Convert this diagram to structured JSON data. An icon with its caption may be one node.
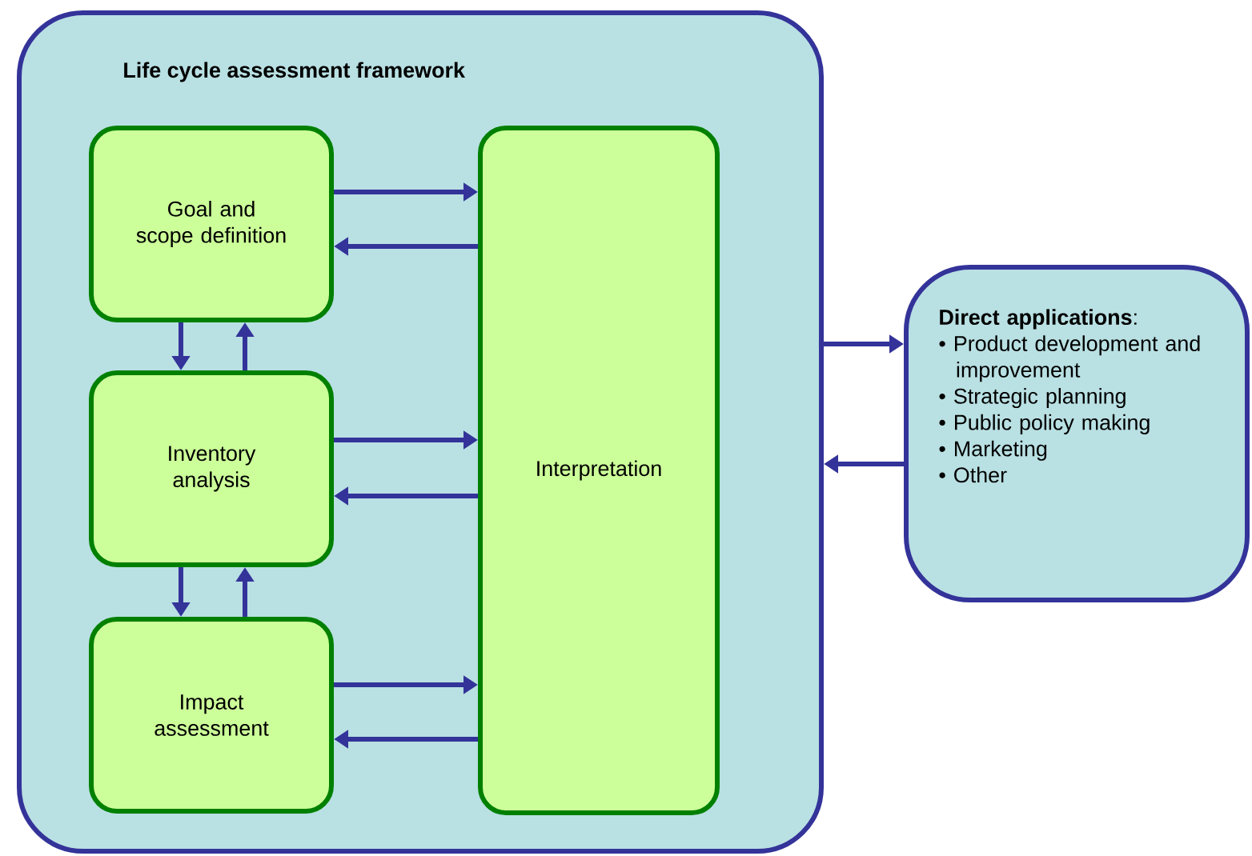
{
  "diagram": {
    "nodes": [
      {
        "text": [
          "Life cycle assessment framework"
        ]
      },
      {
        "text": [
          "Goal and scope definition"
        ],
        "in": 0
      },
      {
        "text": [
          "Inventory analysis"
        ],
        "in": 0
      },
      {
        "text": [
          "Impact assessment"
        ],
        "in": 0
      },
      {
        "text": [
          "Interpretation"
        ],
        "in": 0
      },
      {
        "text": [
          "**Direct applications**:",
          "• Product development and improvement",
          "• Strategic planning",
          "• Public policy making",
          "• Marketing",
          "• Other"
        ]
      }
    ],
    "edges": [
      {
        "from": 1,
        "to": 4,
        "arrow": "to"
      },
      {
        "from": 4,
        "to": 1,
        "arrow": "to"
      },
      {
        "from": 1,
        "to": 2,
        "arrow": "to"
      },
      {
        "from": 2,
        "to": 1,
        "arrow": "to"
      },
      {
        "from": 2,
        "to": 4,
        "arrow": "to"
      },
      {
        "from": 4,
        "to": 2,
        "arrow": "to"
      },
      {
        "from": 2,
        "to": 3,
        "arrow": "to"
      },
      {
        "from": 3,
        "to": 2,
        "arrow": "to"
      },
      {
        "from": 3,
        "to": 4,
        "arrow": "to"
      },
      {
        "from": 4,
        "to": 3,
        "arrow": "to"
      },
      {
        "from": 0,
        "to": 5,
        "arrow": "to"
      },
      {
        "from": 5,
        "to": 0,
        "arrow": "to"
      }
    ]
  }
}
